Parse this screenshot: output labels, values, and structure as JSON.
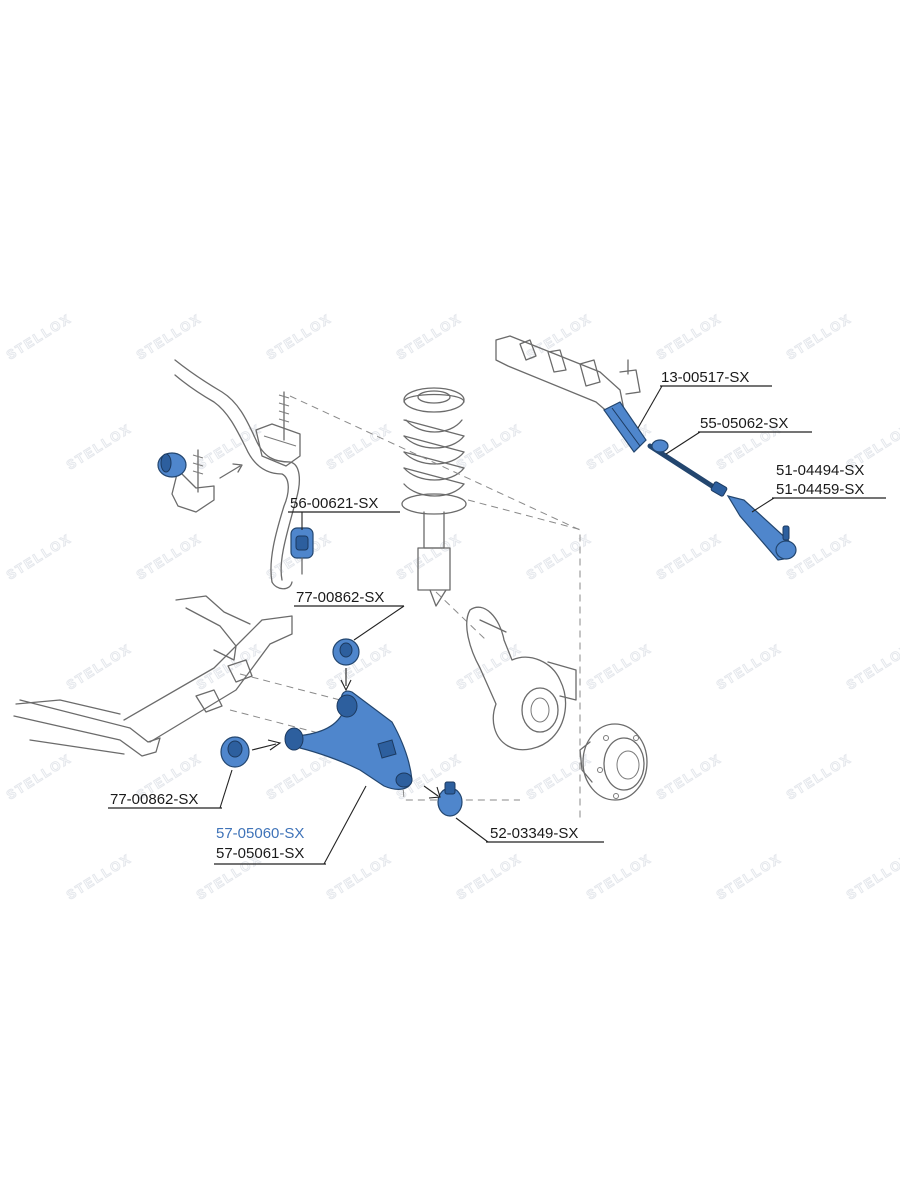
{
  "watermark": {
    "text": "STELLOX"
  },
  "labels": {
    "p13_00517": "13-00517-SX",
    "p55_05062": "55-05062-SX",
    "p51_04494": "51-04494-SX",
    "p51_04459": "51-04459-SX",
    "p56_00621": "56-00621-SX",
    "p77_00862_top": "77-00862-SX",
    "p77_00862_left": "77-00862-SX",
    "p57_05060": "57-05060-SX",
    "p57_05061": "57-05061-SX",
    "p52_03349": "52-03349-SX"
  },
  "colors": {
    "part_fill": "#4f86cc",
    "highlight_text": "#3f73b8",
    "text": "#1a1a1a",
    "outline": "#6b6b6b"
  }
}
